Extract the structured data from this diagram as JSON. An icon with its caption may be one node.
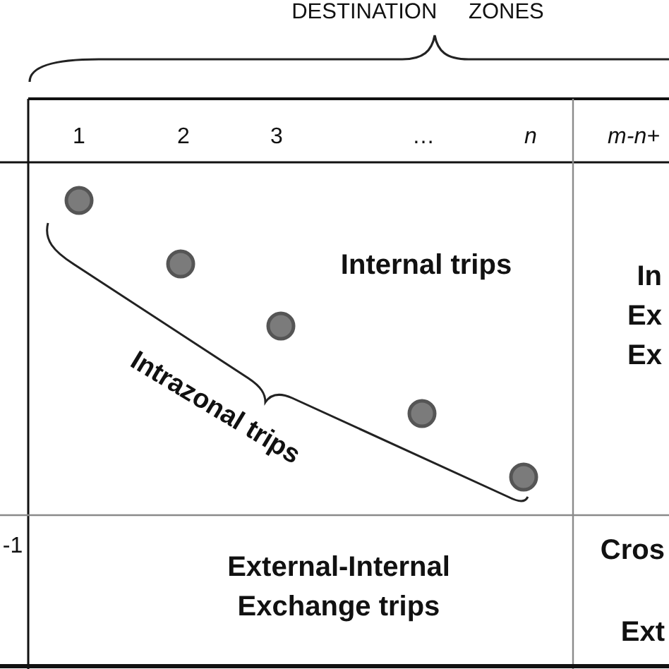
{
  "diagram": {
    "labels": [
      "DESTINATION ZONES",
      "1",
      "2",
      "3",
      "…",
      "n",
      "m-n+",
      "Internal trips",
      "In Ex Ex",
      "Intrazonal trips",
      "-1",
      "External-Internal Exchange trips",
      "Cros",
      "Ext"
    ]
  }
}
